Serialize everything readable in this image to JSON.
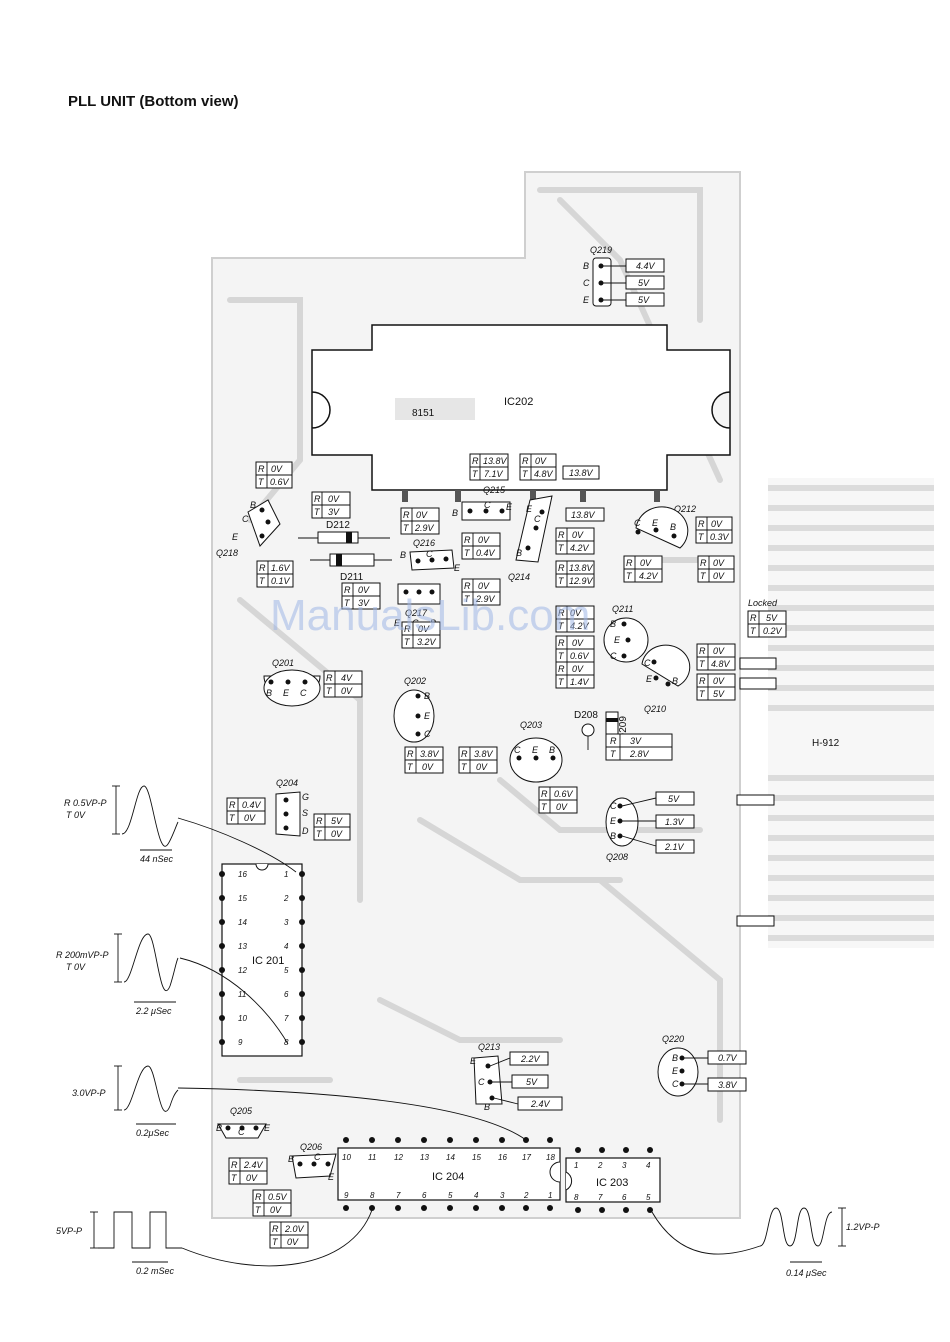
{
  "title": "PLL UNIT (Bottom view)",
  "watermark": "ManualsLib.com",
  "board_text": {
    "ic202_marking": "8151",
    "edge_marking": "H-912"
  },
  "ics": {
    "ic202": "IC202",
    "ic201": "IC 201",
    "ic204": "IC 204",
    "ic203": "IC 203"
  },
  "ic201_pins": {
    "left": [
      "16",
      "15",
      "14",
      "13",
      "12",
      "11",
      "10",
      "9"
    ],
    "right": [
      "1",
      "2",
      "3",
      "4",
      "5",
      "6",
      "7",
      "8"
    ]
  },
  "ic204_pins": {
    "top": [
      "10",
      "11",
      "12",
      "13",
      "14",
      "15",
      "16",
      "17",
      "18"
    ],
    "bottom": [
      "9",
      "8",
      "7",
      "6",
      "5",
      "4",
      "3",
      "2",
      "1"
    ]
  },
  "ic203_pins": {
    "top": [
      "1",
      "2",
      "3",
      "4"
    ],
    "bottom": [
      "8",
      "7",
      "6",
      "5"
    ]
  },
  "transistors": {
    "q219": {
      "name": "Q219",
      "pins": [
        "B",
        "C",
        "E"
      ],
      "values": [
        "4.4V",
        "5V",
        "5V"
      ]
    },
    "q218": {
      "name": "Q218",
      "pins": [
        "B",
        "C",
        "E"
      ],
      "r_top": "0V",
      "t_top": "0.6V",
      "r_bot": "1.6V",
      "t_bot": "0.1V"
    },
    "q215": {
      "name": "Q215",
      "pins": [
        "B",
        "C",
        "E"
      ],
      "r_b": "13.8V",
      "t_b": "7.1V",
      "r_c": "0V",
      "t_c": "4.8V",
      "v_e": "13.8V"
    },
    "q214": {
      "name": "Q214",
      "pins": [
        "E",
        "C",
        "B"
      ],
      "v_e": "13.8V",
      "r_c": "0V",
      "t_c": "4.2V",
      "r_b": "13.8V",
      "t_b": "12.9V"
    },
    "q212": {
      "name": "Q212",
      "pins": [
        "C",
        "E",
        "B"
      ],
      "r_top": "0V",
      "t_top": "0.3V",
      "r_c": "0V",
      "t_c": "4.2V",
      "r_b": "0V",
      "t_b": "0V"
    },
    "q216": {
      "name": "Q216",
      "pins": [
        "B",
        "C",
        "E"
      ],
      "r_b": "0V",
      "t_b": "2.9V",
      "r_e": "0V",
      "t_e": "0.4V"
    },
    "q217": {
      "name": "Q217",
      "pins": [
        "E",
        "C",
        "B"
      ],
      "r_top": "0V",
      "t_top": "3V",
      "r_right": "0V",
      "t_right": "2.9V",
      "r_bot": "0V",
      "t_bot": "3.2V"
    },
    "q211": {
      "name": "Q211",
      "pins": [
        "B",
        "E",
        "C"
      ],
      "r1": "0V",
      "t1": "4.2V",
      "r2": "0V",
      "t2": "0.6V",
      "r3": "0V",
      "t3": "1.4V"
    },
    "q210": {
      "name": "Q210",
      "pins": [
        "C",
        "E",
        "B"
      ],
      "locked": "Locked",
      "r_l": "5V",
      "t_l": "0.2V",
      "r_m": "0V",
      "t_m": "4.8V",
      "r_n": "0V",
      "t_n": "5V"
    },
    "q201": {
      "name": "Q201",
      "pins": [
        "B",
        "E",
        "C"
      ],
      "r": "4V",
      "t": "0V"
    },
    "q202": {
      "name": "Q202",
      "pins": [
        "B",
        "E",
        "C"
      ],
      "r": "3.8V",
      "t": "0V"
    },
    "q203": {
      "name": "Q203",
      "pins": [
        "C",
        "E",
        "B"
      ],
      "r_left": "3.8V",
      "t_left": "0V",
      "r": "0.6V",
      "t": "0V"
    },
    "q204": {
      "name": "Q204",
      "pins": [
        "G",
        "S",
        "D"
      ],
      "r_g": "0.4V",
      "t_g": "0V",
      "r_d": "5V",
      "t_d": "0V"
    },
    "q208": {
      "name": "Q208",
      "pins": [
        "C",
        "E",
        "B"
      ],
      "values": [
        "5V",
        "1.3V",
        "2.1V"
      ]
    },
    "q213": {
      "name": "Q213",
      "pins": [
        "E",
        "C",
        "B"
      ],
      "values": [
        "2.2V",
        "5V",
        "2.4V"
      ]
    },
    "q220": {
      "name": "Q220",
      "pins": [
        "B",
        "E",
        "C"
      ],
      "values": [
        "0.7V",
        "3.8V"
      ]
    },
    "q205": {
      "name": "Q205",
      "pins": [
        "B",
        "C",
        "E"
      ],
      "r": "2.4V",
      "t": "0V",
      "r2": "0.5V",
      "t2": "0V"
    },
    "q206": {
      "name": "Q206",
      "pins": [
        "B",
        "C",
        "E"
      ],
      "r": "2.0V",
      "t": "0V"
    }
  },
  "diodes": {
    "d212": "D212",
    "d211": "D211",
    "d208": "D208",
    "d209": "D209",
    "d209_r": "3V",
    "d209_t": "2.8V",
    "d211_r": "1.6V",
    "d211_t": "0.1V"
  },
  "rt": {
    "r": "R",
    "t": "T"
  },
  "waveforms": {
    "w1": {
      "amp_r": "R  0.5VP-P",
      "amp_t": "T  0V",
      "period": "44 nSec"
    },
    "w2": {
      "amp_r": "R  200mVP-P",
      "amp_t": "T  0V",
      "period": "2.2 μSec"
    },
    "w3": {
      "amp": "3.0VP-P",
      "period": "0.2μSec"
    },
    "w4": {
      "amp": "5VP-P",
      "period": "0.2 mSec"
    },
    "w5": {
      "amp": "1.2VP-P",
      "period": "0.14 μSec"
    }
  }
}
